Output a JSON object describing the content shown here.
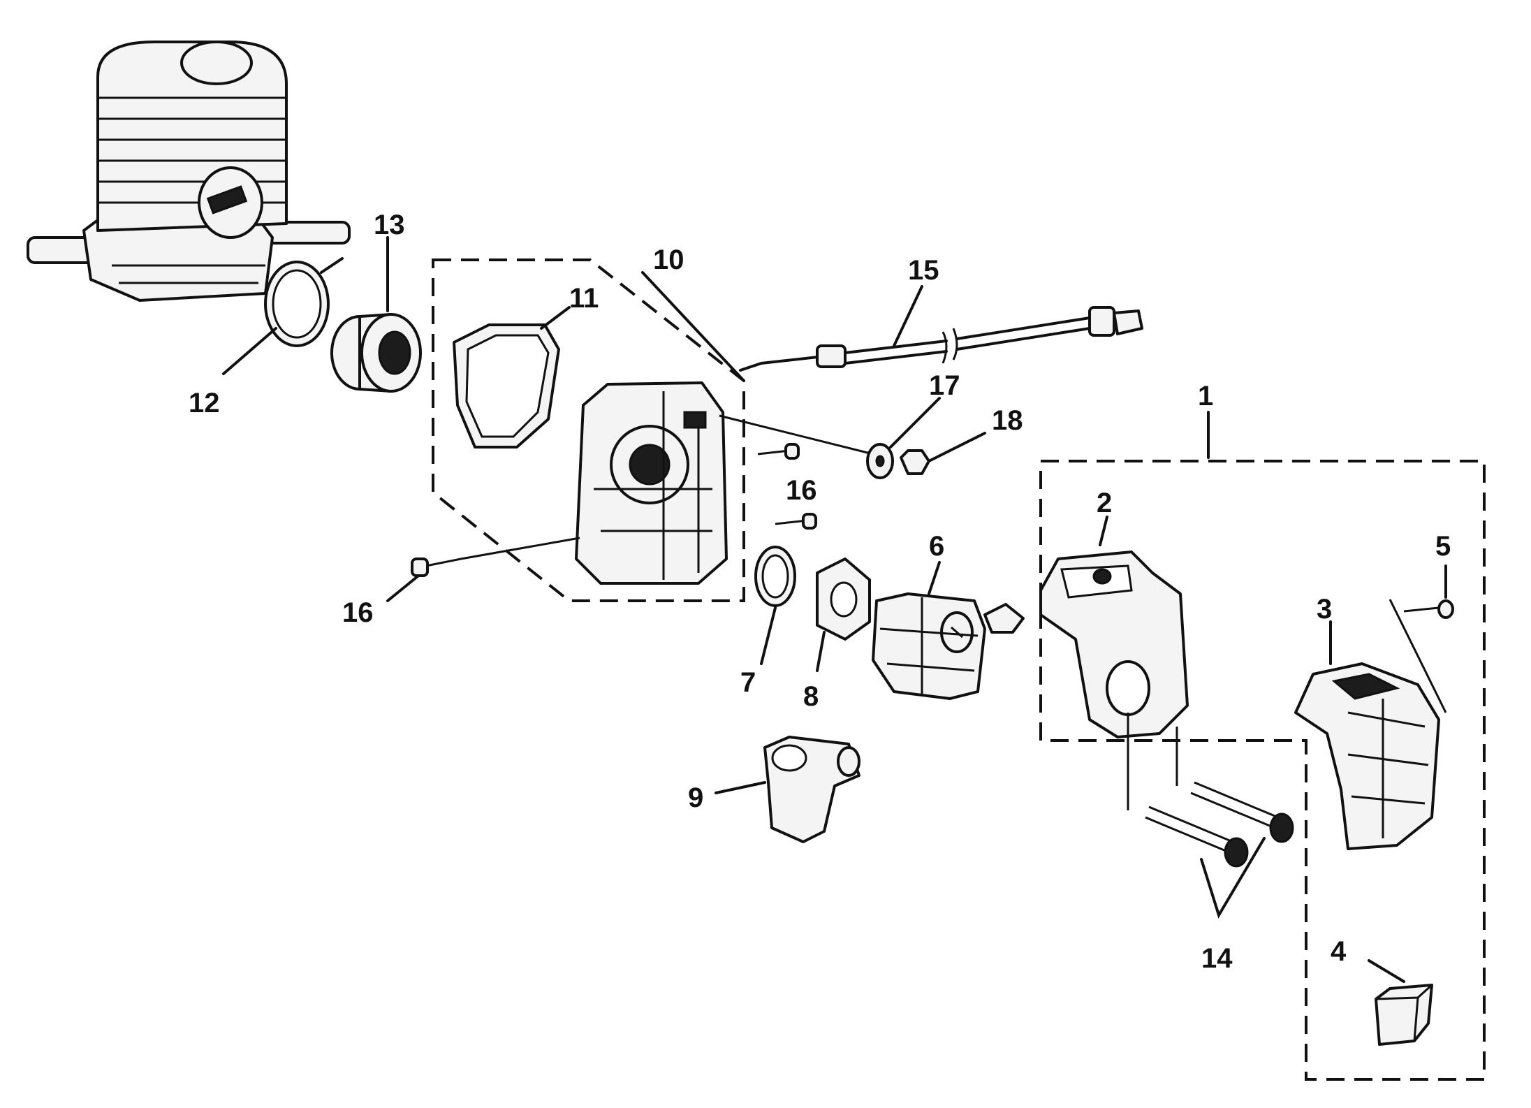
{
  "diagram": {
    "type": "exploded-parts-view",
    "callouts": [
      "1",
      "2",
      "3",
      "4",
      "5",
      "6",
      "7",
      "8",
      "9",
      "10",
      "11",
      "12",
      "13",
      "14",
      "15",
      "16",
      "16",
      "17",
      "18"
    ],
    "parts": [
      {
        "id": "engine-cylinder",
        "icon": "engine-cylinder-icon"
      },
      {
        "id": "1",
        "icon": "air-filter-assembly-icon"
      },
      {
        "id": "2",
        "icon": "air-filter-base-icon"
      },
      {
        "id": "3",
        "icon": "air-filter-element-icon"
      },
      {
        "id": "4",
        "icon": "foam-filter-icon"
      },
      {
        "id": "5",
        "icon": "screw-icon"
      },
      {
        "id": "6",
        "icon": "carburetor-icon"
      },
      {
        "id": "7",
        "icon": "gasket-icon"
      },
      {
        "id": "8",
        "icon": "gasket-icon"
      },
      {
        "id": "9",
        "icon": "intake-boot-icon"
      },
      {
        "id": "10",
        "icon": "carburetor-adapter-icon"
      },
      {
        "id": "11",
        "icon": "gasket-icon"
      },
      {
        "id": "12",
        "icon": "clamp-ring-icon"
      },
      {
        "id": "13",
        "icon": "intake-manifold-icon"
      },
      {
        "id": "14",
        "icon": "bolt-icon"
      },
      {
        "id": "15",
        "icon": "throttle-cable-icon"
      },
      {
        "id": "16",
        "icon": "screw-icon"
      },
      {
        "id": "17",
        "icon": "washer-icon"
      },
      {
        "id": "18",
        "icon": "nut-icon"
      }
    ]
  }
}
